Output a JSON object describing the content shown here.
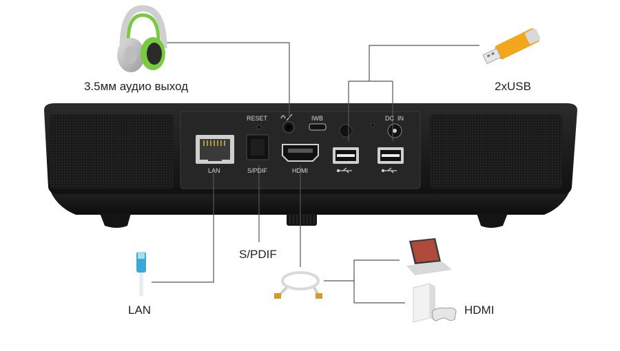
{
  "callouts": {
    "audio": "3.5мм аудио выход",
    "usb": "2xUSB",
    "spdif": "S/PDIF",
    "lan": "LAN",
    "hdmi": "HDMI"
  },
  "panel_labels": {
    "reset": "RESET",
    "iwb": "IWB",
    "dc_in": "DC  IN",
    "lan": "LAN",
    "spdif": "S/PDIF",
    "hdmi": "HDMI"
  },
  "colors": {
    "device_body": "#1b1b1b",
    "panel": "#2a2a2a",
    "usb_stick": "#f2a81d",
    "headphone_accent": "#7ac943",
    "lan_plug": "#39a9d6",
    "line": "#555555"
  },
  "icons": [
    "headphones-icon",
    "usb-stick-icon",
    "lan-cable-icon",
    "hdmi-cable-icon",
    "laptop-icon",
    "game-console-icon"
  ]
}
